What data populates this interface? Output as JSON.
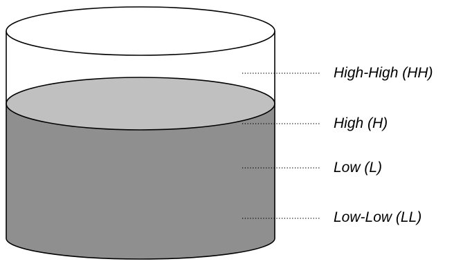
{
  "levels": [
    {
      "label": "High-High (HH)"
    },
    {
      "label": "High (H)"
    },
    {
      "label": "Low (L)"
    },
    {
      "label": "Low-Low (LL)"
    }
  ],
  "colors": {
    "liquid_body": "#8f8f8f",
    "liquid_surface": "#c0c0c0",
    "tank_outline": "#000000",
    "background": "#ffffff"
  }
}
